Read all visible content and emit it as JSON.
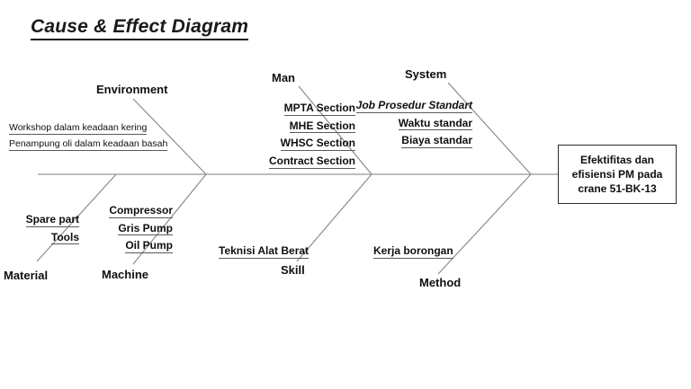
{
  "title": "Cause & Effect Diagram",
  "effect": {
    "text": "Efektifitas dan efisiensi PM pada crane 51-BK-13"
  },
  "colors": {
    "spine": "#a8a8a8",
    "bone": "#8c8c8c",
    "text": "#0f0f0f",
    "underline": "#5a5a5a",
    "box_border": "#2b2b2b",
    "background": "#ffffff"
  },
  "categories": {
    "environment": {
      "label": "Environment",
      "causes": [
        "Workshop dalam keadaan kering",
        "Penampung oli dalam keadaan basah"
      ]
    },
    "man": {
      "label": "Man",
      "causes": [
        "MPTA Section",
        "MHE Section",
        "WHSC Section",
        "Contract Section"
      ]
    },
    "system": {
      "label": "System",
      "causes": [
        "Job Prosedur Standart",
        "Waktu standar",
        "Biaya standar"
      ]
    },
    "material": {
      "label": "Material",
      "causes": [
        "Spare part",
        "Tools"
      ]
    },
    "machine": {
      "label": "Machine",
      "causes": [
        "Compressor",
        "Gris Pump",
        "Oil Pump"
      ]
    },
    "skill": {
      "label": "Skill",
      "causes": [
        "Teknisi Alat Berat"
      ]
    },
    "method": {
      "label": "Method",
      "causes": [
        "Kerja borongan"
      ]
    }
  }
}
